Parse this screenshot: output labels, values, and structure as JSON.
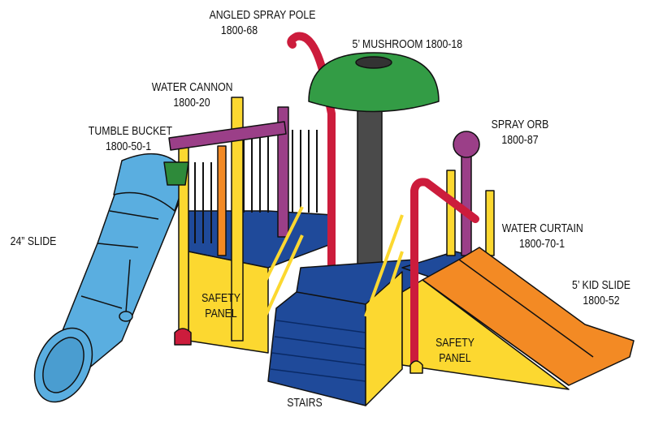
{
  "diagram": {
    "colors": {
      "slide_tube": "#5aaee0",
      "panel": "#fcd830",
      "deck": "#1f4a9a",
      "mushroom": "#339c45",
      "mushroom_post": "#4a4a4a",
      "spray_pole": "#cc1c3c",
      "cannon": "#9b3f88",
      "kid_slide": "#f38a24",
      "outline": "#111111"
    },
    "labels": [
      {
        "id": "angled-spray-pole",
        "name": "ANGLED SPRAY POLE",
        "code": "1800-68"
      },
      {
        "id": "mushroom",
        "name": "5’ MUSHROOM  1800-18",
        "code": ""
      },
      {
        "id": "water-cannon",
        "name": "WATER CANNON",
        "code": "1800-20"
      },
      {
        "id": "tumble-bucket",
        "name": "TUMBLE BUCKET",
        "code": "1800-50-1"
      },
      {
        "id": "spray-orb",
        "name": "SPRAY ORB",
        "code": "1800-87"
      },
      {
        "id": "slide-24",
        "name": "24” SLIDE",
        "code": ""
      },
      {
        "id": "water-curtain",
        "name": "WATER CURTAIN",
        "code": "1800-70-1"
      },
      {
        "id": "kid-slide",
        "name": "5’ KID SLIDE",
        "code": "1800-52"
      },
      {
        "id": "safety-panel-left",
        "name": "SAFETY",
        "code": "PANEL"
      },
      {
        "id": "safety-panel-right",
        "name": "SAFETY",
        "code": "PANEL"
      },
      {
        "id": "stairs",
        "name": "STAIRS",
        "code": ""
      }
    ]
  }
}
